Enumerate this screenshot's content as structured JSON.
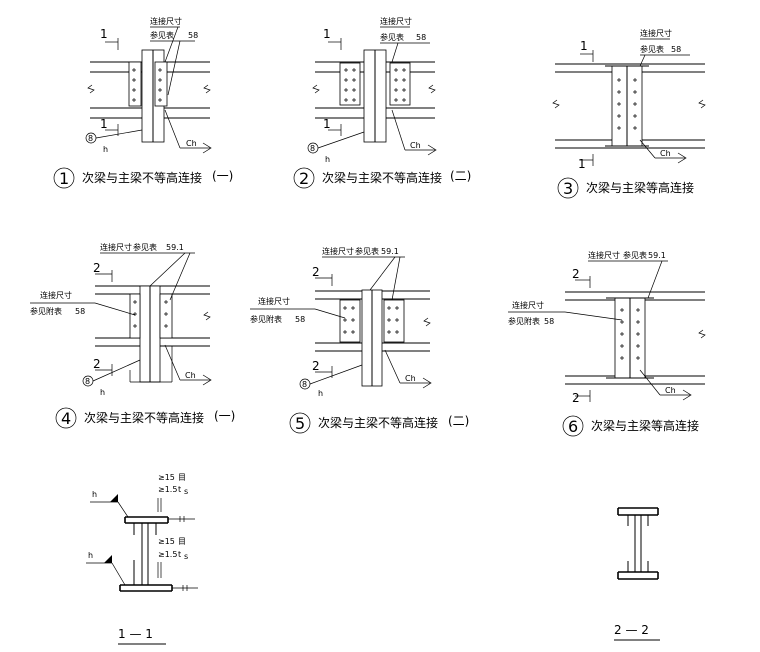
{
  "details": [
    {
      "num": "1",
      "caption": "次梁与主梁不等高连接",
      "suffix": "(一)",
      "section_mark": "1",
      "note_top": "连接尺寸",
      "note_ref": "参见表",
      "note_tab": "58",
      "weld": "8",
      "weld_h": "h",
      "chamfer": "Ch"
    },
    {
      "num": "2",
      "caption": "次梁与主梁不等高连接",
      "suffix": "(二)",
      "section_mark": "1",
      "note_top": "连接尺寸",
      "note_ref": "参见表",
      "note_tab": "58",
      "weld": "8",
      "weld_h": "h",
      "chamfer": "Ch"
    },
    {
      "num": "3",
      "caption": "次梁与主梁等高连接",
      "suffix": "",
      "section_mark": "1",
      "note_top": "连接尺寸",
      "note_ref": "参见表",
      "note_tab": "58",
      "weld": "",
      "weld_h": "",
      "chamfer": "Ch"
    },
    {
      "num": "4",
      "caption": "次梁与主梁不等高连接",
      "suffix": "(一)",
      "section_mark": "2",
      "note_top": "连接尺寸",
      "note_ref": "参见表",
      "note_tab": "59.1",
      "side_top": "连接尺寸",
      "side_ref": "参见附表",
      "side_tab": "58",
      "weld": "8",
      "weld_h": "h",
      "chamfer": "Ch"
    },
    {
      "num": "5",
      "caption": "次梁与主梁不等高连接",
      "suffix": "(二)",
      "section_mark": "2",
      "note_top": "连接尺寸",
      "note_ref": "参见表",
      "note_tab": "59.1",
      "side_top": "连接尺寸",
      "side_ref": "参见附表",
      "side_tab": "58",
      "weld": "8",
      "weld_h": "h",
      "chamfer": "Ch"
    },
    {
      "num": "6",
      "caption": "次梁与主梁等高连接",
      "suffix": "",
      "section_mark": "2",
      "note_top": "连接尺寸",
      "note_ref": "参见表",
      "note_tab": "59.1",
      "side_top": "连接尺寸",
      "side_ref": "参见附表",
      "side_tab": "58",
      "weld": "",
      "weld_h": "",
      "chamfer": "Ch"
    }
  ],
  "section1": {
    "title": "1 — 1",
    "weld_h": "h",
    "note1_a": "≥15",
    "note1_b": "≥1.5",
    "note1_c": "t",
    "note1_d": "s",
    "note2_a": "≥15",
    "note2_b": "≥1.5",
    "note2_c": "t",
    "note2_d": "s",
    "mark": "目"
  },
  "section2": {
    "title": "2 — 2"
  }
}
